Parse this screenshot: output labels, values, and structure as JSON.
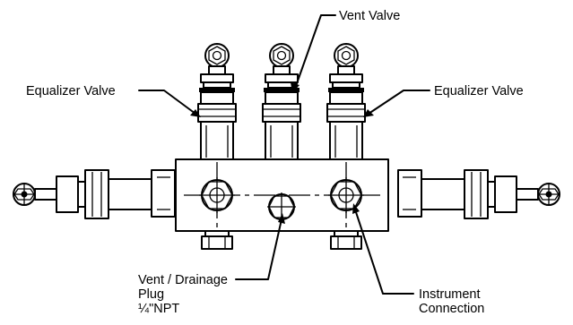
{
  "labels": {
    "vent_valve": "Vent Valve",
    "equalizer_left": "Equalizer Valve",
    "equalizer_right": "Equalizer Valve",
    "vent_drainage_line1": "Vent / Drainage",
    "vent_drainage_line2": "Plug",
    "vent_drainage_line3": "¼\"NPT",
    "instrument_line1": "Instrument",
    "instrument_line2": "Connection"
  },
  "colors": {
    "line": "#000000",
    "background": "#ffffff"
  }
}
